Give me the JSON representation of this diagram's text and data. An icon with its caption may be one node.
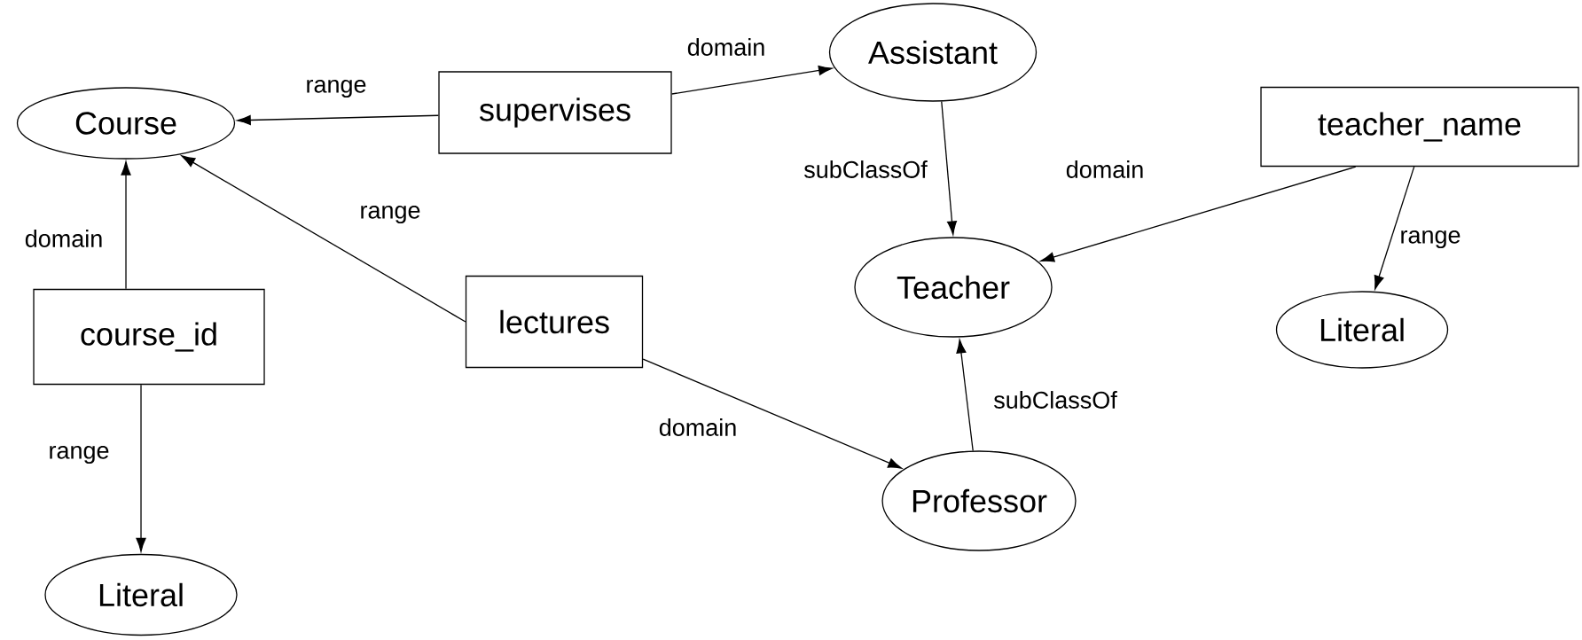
{
  "diagram": {
    "nodes": [
      {
        "text": [
          "Course"
        ]
      },
      {
        "text": [
          "supervises"
        ]
      },
      {
        "text": [
          "Assistant"
        ]
      },
      {
        "text": [
          "teacher_name"
        ]
      },
      {
        "text": [
          "course_id"
        ]
      },
      {
        "text": [
          "lectures"
        ]
      },
      {
        "text": [
          "Teacher"
        ]
      },
      {
        "text": [
          "Literal"
        ]
      },
      {
        "text": [
          "Professor"
        ]
      },
      {
        "text": [
          "Literal"
        ]
      }
    ],
    "edges": [
      {
        "from": 1,
        "to": 0,
        "arrow": "to",
        "label": "range"
      },
      {
        "from": 1,
        "to": 2,
        "arrow": "to",
        "label": "domain"
      },
      {
        "from": 2,
        "to": 6,
        "arrow": "to",
        "label": "subClassOf"
      },
      {
        "from": 3,
        "to": 6,
        "arrow": "to",
        "label": "domain"
      },
      {
        "from": 3,
        "to": 7,
        "arrow": "to",
        "label": "range"
      },
      {
        "from": 4,
        "to": 0,
        "arrow": "to",
        "label": "domain"
      },
      {
        "from": 4,
        "to": 9,
        "arrow": "to",
        "label": "range"
      },
      {
        "from": 5,
        "to": 0,
        "arrow": "to",
        "label": "range"
      },
      {
        "from": 5,
        "to": 8,
        "arrow": "to",
        "label": "domain"
      },
      {
        "from": 8,
        "to": 6,
        "arrow": "to",
        "label": "subClassOf"
      }
    ]
  }
}
